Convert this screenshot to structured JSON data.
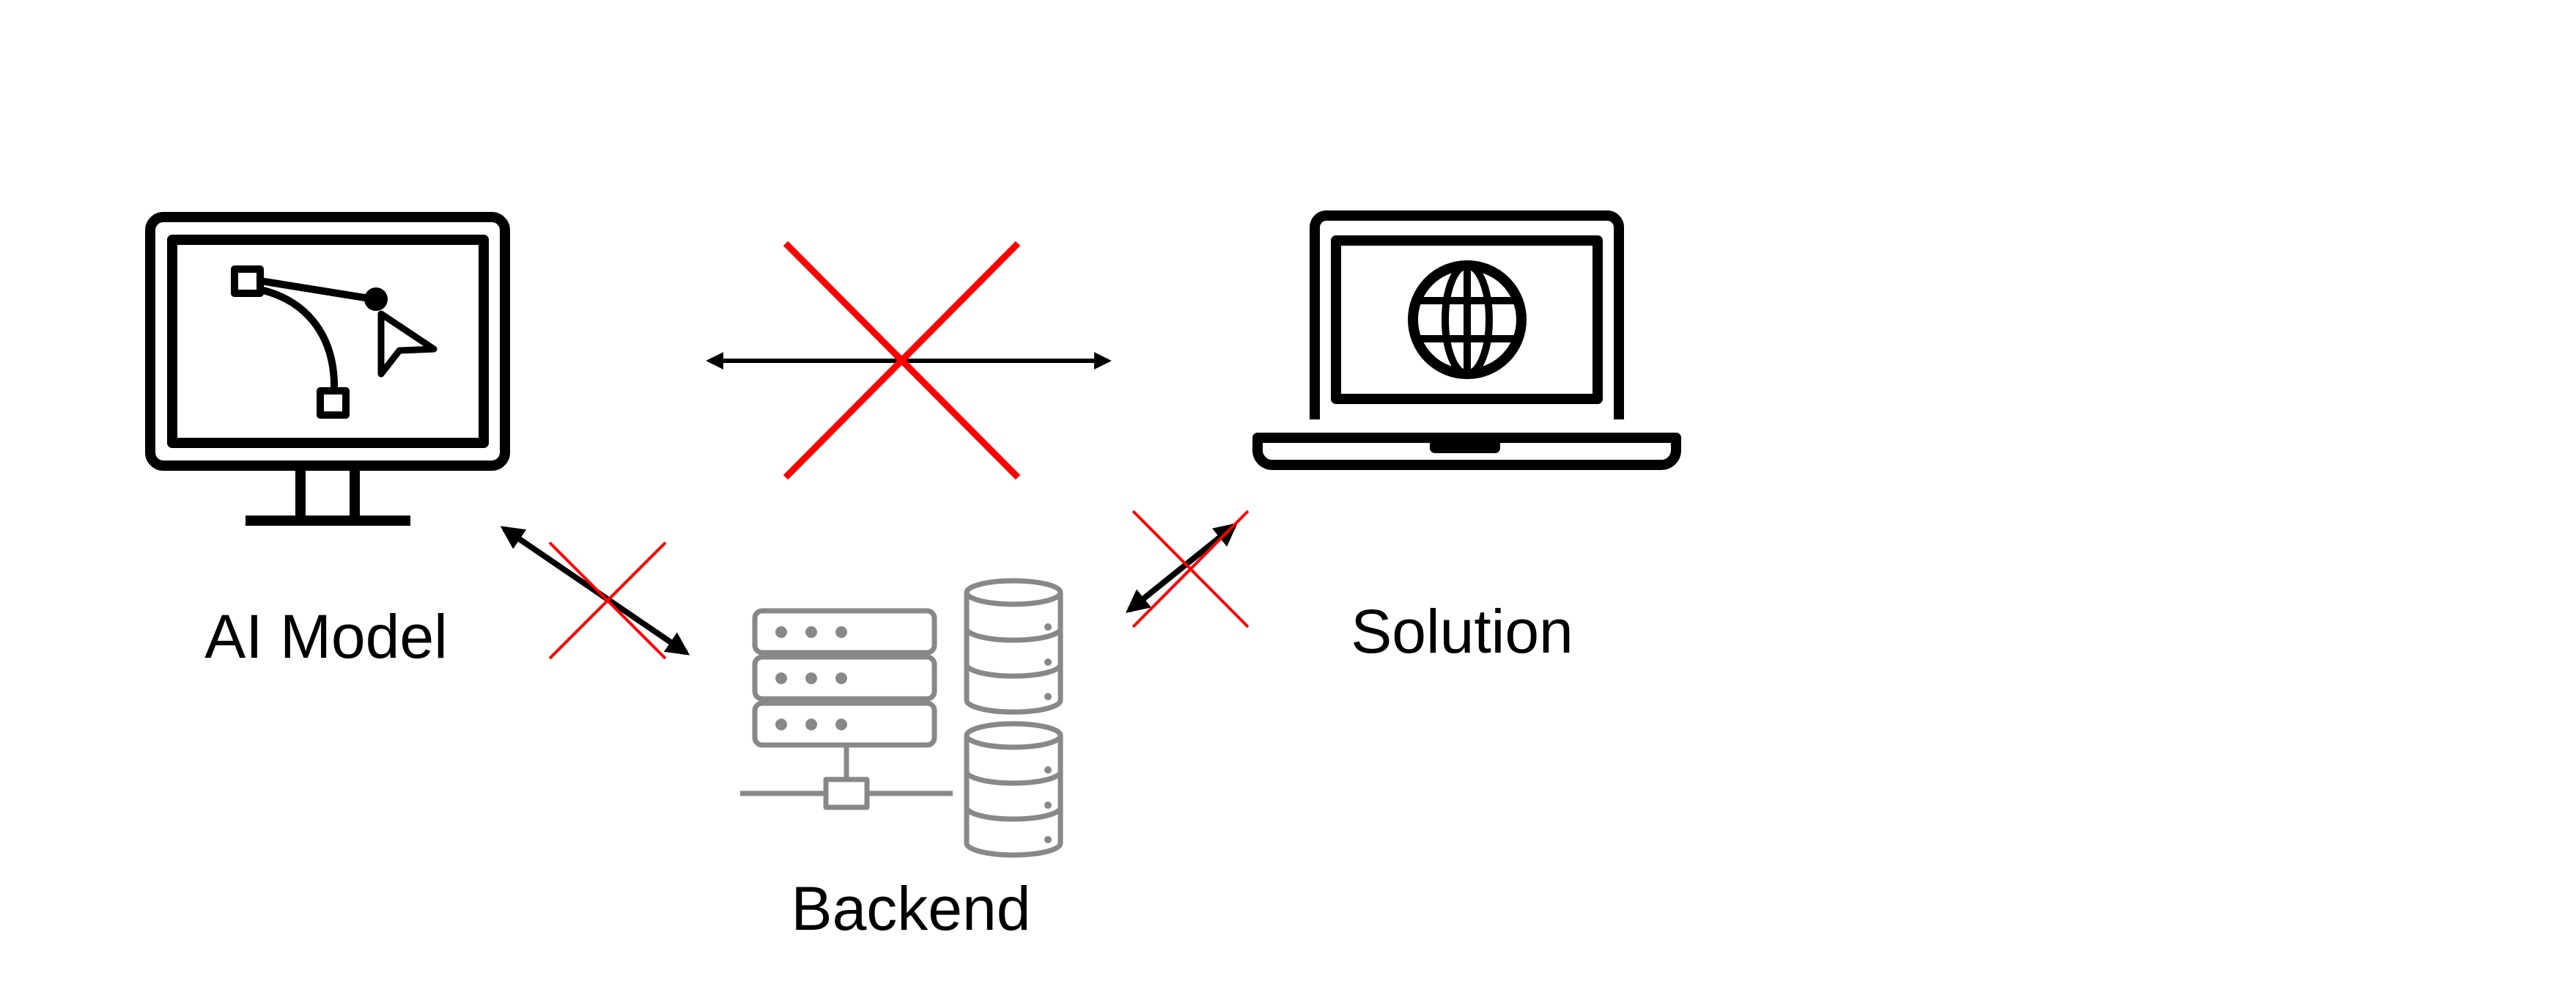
{
  "diagram": {
    "nodes": {
      "ai_model": {
        "label": "AI Model",
        "icon": "design-monitor-icon"
      },
      "solution": {
        "label": "Solution",
        "icon": "web-laptop-icon"
      },
      "backend": {
        "label": "Backend",
        "icon": "server-database-icon"
      }
    },
    "connections": [
      {
        "from": "AI Model",
        "to": "Solution",
        "bidirectional": true,
        "blocked": true
      },
      {
        "from": "AI Model",
        "to": "Backend",
        "bidirectional": true,
        "blocked": true
      },
      {
        "from": "Solution",
        "to": "Backend",
        "bidirectional": true,
        "blocked": true
      }
    ]
  },
  "colors": {
    "icon_primary": "#000000",
    "icon_backend": "#888888",
    "blocked_mark": "#ff0000",
    "background": "#ffffff"
  }
}
